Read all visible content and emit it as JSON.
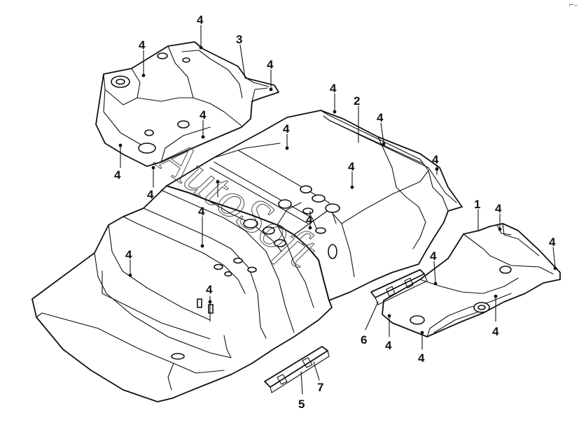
{
  "watermark": "AutoSoft",
  "corner_mark": "⌐‒",
  "callouts": [
    "4",
    "4",
    "3",
    "4",
    "4",
    "4",
    "4",
    "4",
    "4",
    "2",
    "4",
    "4",
    "4",
    "4",
    "4",
    "1",
    "4",
    "4",
    "4",
    "4",
    "4",
    "4",
    "6",
    "4",
    "4",
    "7",
    "5"
  ]
}
